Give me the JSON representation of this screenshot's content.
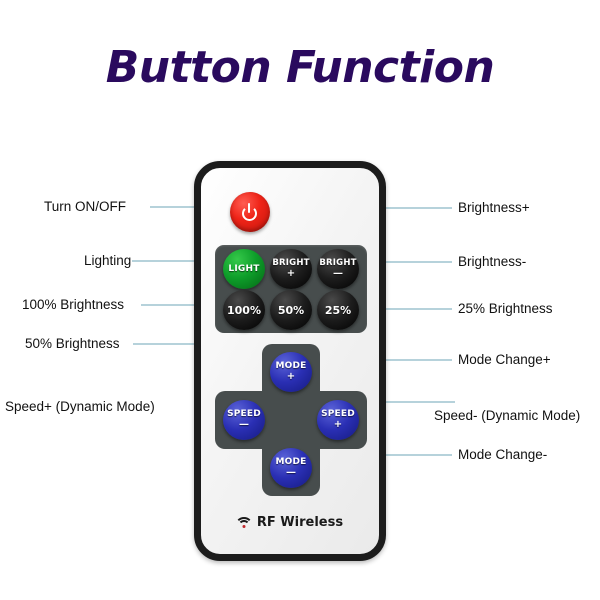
{
  "page": {
    "title": "Button Function",
    "title_color": "#2a0a5e",
    "background": "#ffffff",
    "leader_line_color": "#9ec4cf"
  },
  "remote": {
    "body_color": "#f2f2f2",
    "bezel_color": "#1c1c1c",
    "panel_color": "#474d4d",
    "footer": {
      "text": "RF Wireless",
      "icon": "wifi-icon",
      "icon_dot_color": "#c0282b"
    },
    "dpad_brand": "",
    "buttons": {
      "power": {
        "label": "",
        "icon": "power-icon",
        "color": "#ef2418"
      },
      "light": {
        "label": "LIGHT",
        "sign": "",
        "color": "#0e9e2a"
      },
      "bright_plus": {
        "label": "BRIGHT",
        "sign": "+",
        "color": "#1d1d1d"
      },
      "bright_minus": {
        "label": "BRIGHT",
        "sign": "—",
        "color": "#1d1d1d"
      },
      "pct_100": {
        "label": "100%",
        "sign": "",
        "color": "#1d1d1d"
      },
      "pct_50": {
        "label": "50%",
        "sign": "",
        "color": "#1d1d1d"
      },
      "pct_25": {
        "label": "25%",
        "sign": "",
        "color": "#1d1d1d"
      },
      "mode_plus": {
        "label": "MODE",
        "sign": "+",
        "color": "#2a2fb4"
      },
      "mode_minus": {
        "label": "MODE",
        "sign": "—",
        "color": "#2a2fb4"
      },
      "speed_minus": {
        "label": "SPEED",
        "sign": "—",
        "color": "#2a2fb4"
      },
      "speed_plus": {
        "label": "SPEED",
        "sign": "+",
        "color": "#2a2fb4"
      }
    }
  },
  "callouts": {
    "left": [
      {
        "id": "turn-on-off",
        "text": "Turn ON/OFF"
      },
      {
        "id": "lighting",
        "text": "Lighting"
      },
      {
        "id": "brightness-100",
        "text": "100% Brightness"
      },
      {
        "id": "brightness-50",
        "text": "50% Brightness"
      },
      {
        "id": "speed-plus-dynamic",
        "text": "Speed+ (Dynamic Mode)"
      }
    ],
    "right": [
      {
        "id": "brightness-plus",
        "text": "Brightness+"
      },
      {
        "id": "brightness-minus",
        "text": "Brightness-"
      },
      {
        "id": "brightness-25",
        "text": "25% Brightness"
      },
      {
        "id": "mode-change-plus",
        "text": "Mode Change+"
      },
      {
        "id": "speed-minus-dynamic",
        "text": "Speed- (Dynamic Mode)"
      },
      {
        "id": "mode-change-minus",
        "text": "Mode Change-"
      }
    ]
  }
}
